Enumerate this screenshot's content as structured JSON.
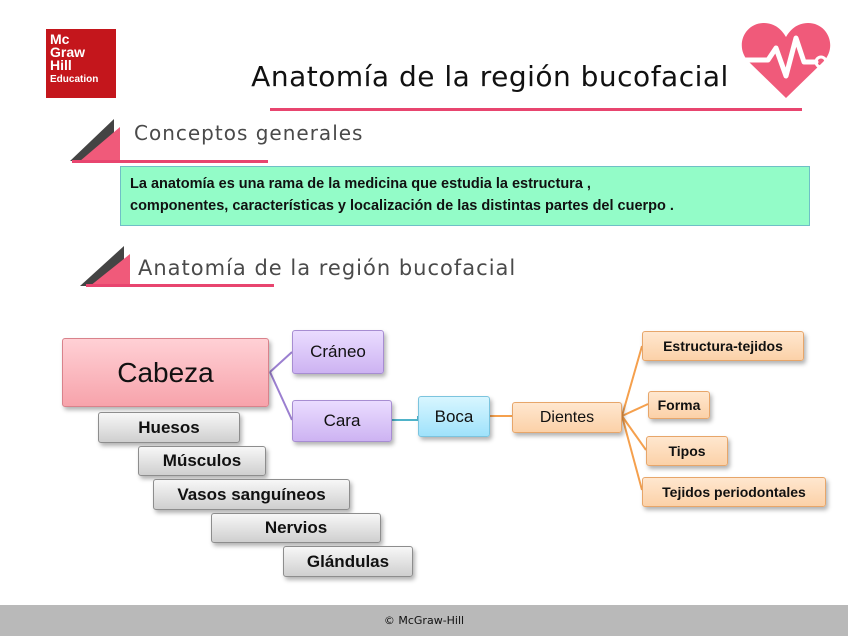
{
  "logo": {
    "line1": "Mc",
    "line2": "Graw",
    "line3": "Hill",
    "line4": "Education"
  },
  "title": "Anatomía de la región bucofacial",
  "sections": {
    "s1": {
      "heading": "Conceptos generales"
    },
    "s2": {
      "heading": "Anatomía de la región bucofacial"
    }
  },
  "definition": {
    "line1": "La anatomía es una rama de la medicina que estudia la estructura ,",
    "line2": "componentes, características y localización de las distintas partes del cuerpo ."
  },
  "diagram": {
    "root": "Cabeza",
    "craneo": "Cráneo",
    "cara": "Cara",
    "boca": "Boca",
    "dientes": "Dientes",
    "dientes_children": [
      "Estructura-tejidos",
      "Forma",
      "Tipos",
      "Tejidos periodontales"
    ],
    "components": [
      "Huesos",
      "Músculos",
      "Vasos sanguíneos",
      "Nervios",
      "Glándulas"
    ]
  },
  "footer": {
    "text": "© McGraw-Hill"
  },
  "colors": {
    "accent": "#e8456f",
    "brand_red": "#c4161c",
    "definition_bg": "#93fcc8",
    "connector_purple": "#9b7fd0",
    "connector_blue": "#4fb3c9",
    "connector_orange": "#f5a04d"
  },
  "icons": {
    "heart": "heart-pulse-icon"
  }
}
